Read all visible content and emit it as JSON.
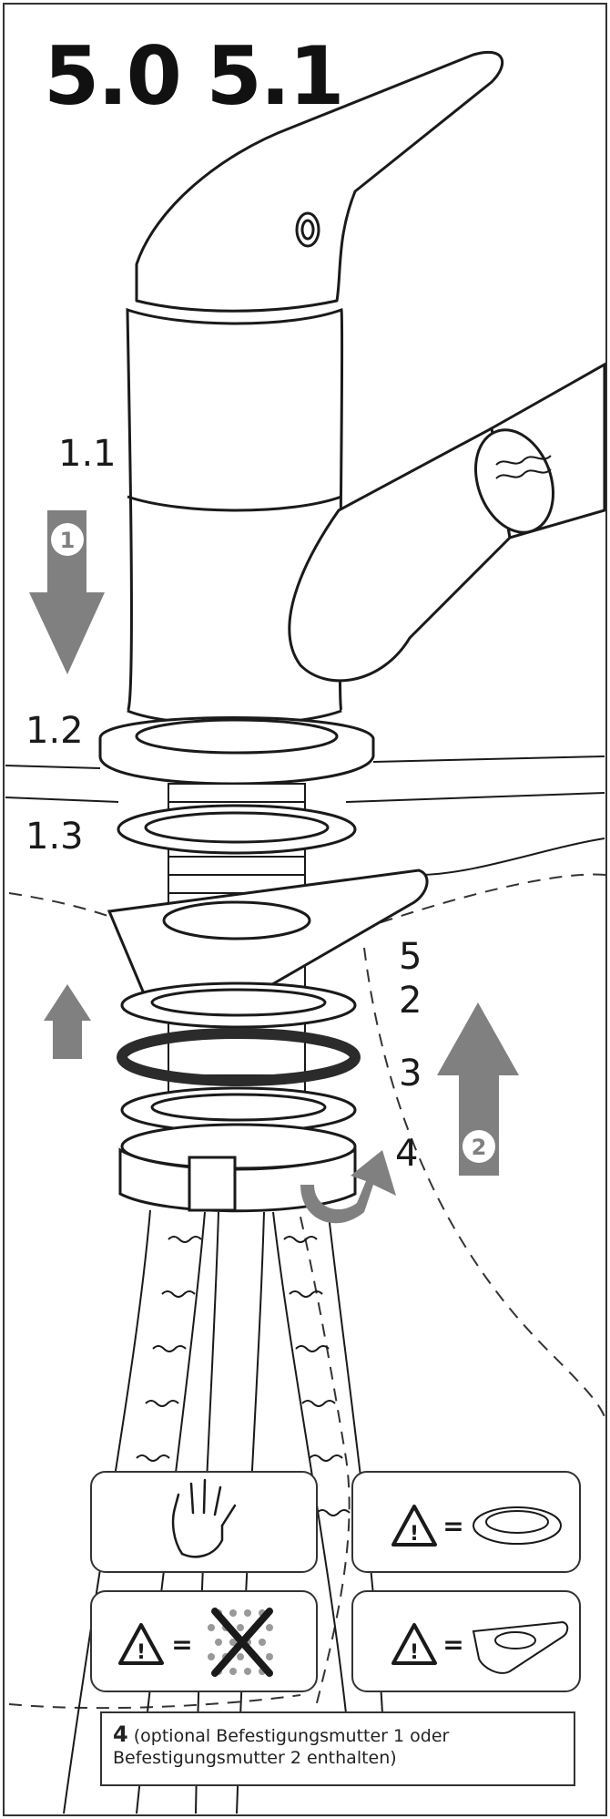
{
  "title": "5.0 5.1",
  "labels": {
    "l11": "1.1",
    "l12": "1.2",
    "l13": "1.3",
    "l5": "5",
    "l2": "2",
    "l3": "3",
    "l4": "4"
  },
  "step_markers": {
    "step1": "1",
    "step2": "2"
  },
  "legend": {
    "equals": "="
  },
  "note": {
    "number": "4",
    "text": "(optional Befestigungsmutter 1 oder Befestigungsmutter 2 enthalten)"
  },
  "colors": {
    "line": "#1a1a1a",
    "arrow": "#808080",
    "seal": "#2b2b2b"
  },
  "icons": [
    "hand-icon",
    "warning-icon",
    "ring-icon",
    "no-drip-icon",
    "horseshoe-washer-icon"
  ]
}
